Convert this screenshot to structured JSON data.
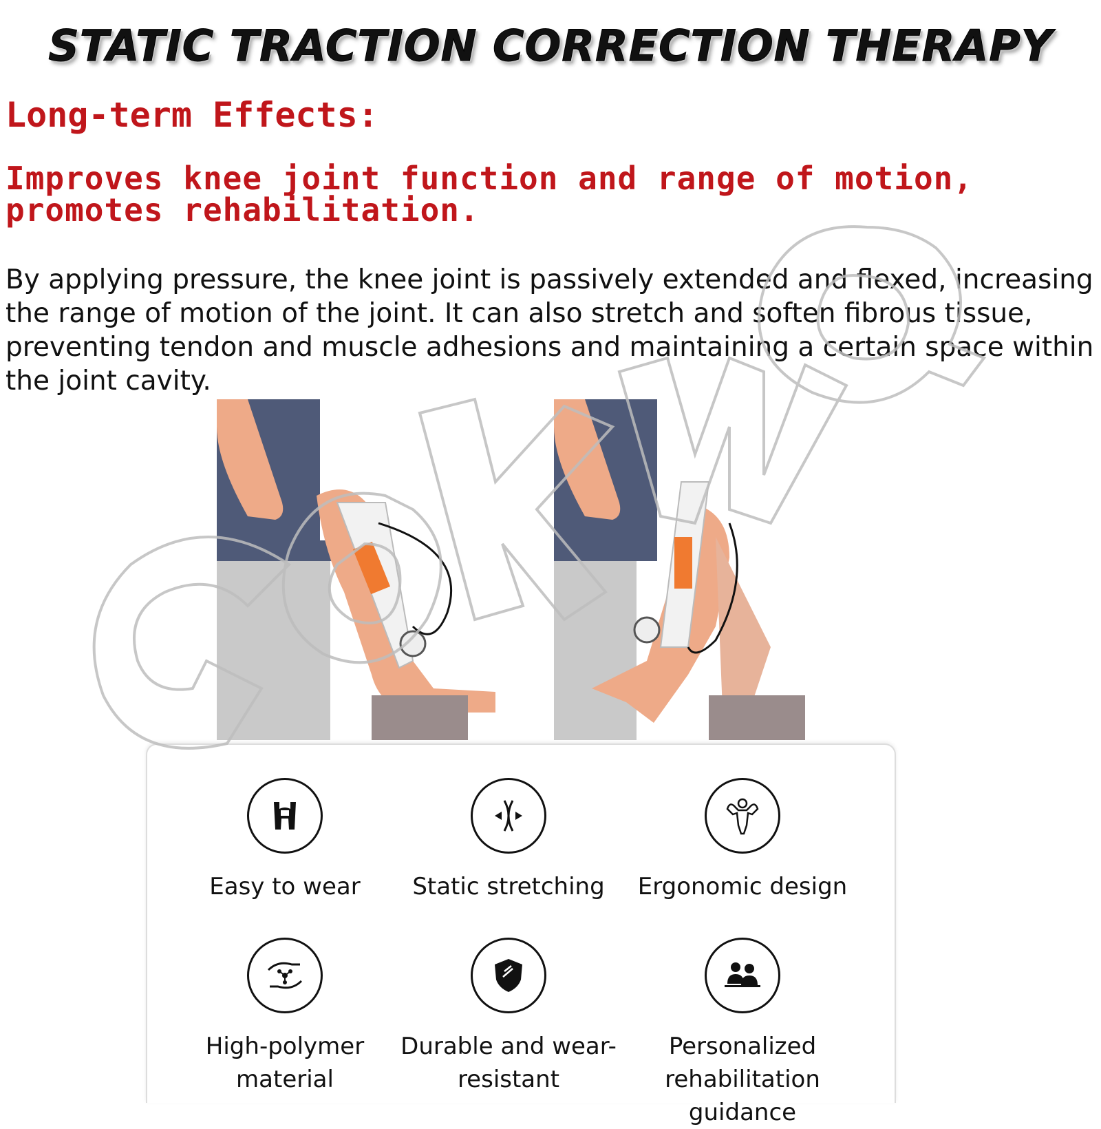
{
  "title": "STATIC TRACTION CORRECTION THERAPY",
  "heading": "Long-term Effects:",
  "subheading": "Improves knee joint function and range of motion, promotes rehabilitation.",
  "paragraph": "By applying pressure, the knee joint is passively extended and flexed, increasing the range of motion of the joint. It can also stretch and soften fibrous tissue, preventing tendon and muscle adhesions and maintaining a certain space within the joint cavity.",
  "watermark": "GOKWQ",
  "features": [
    {
      "label": "Easy to wear",
      "icon": "brace-icon"
    },
    {
      "label": "Static stretching",
      "icon": "stretch-arrows-icon"
    },
    {
      "label": "Ergonomic design",
      "icon": "muscle-body-icon"
    },
    {
      "label": "High-polymer material",
      "icon": "molecule-hands-icon"
    },
    {
      "label": "Durable and wear-resistant",
      "icon": "shield-icon"
    },
    {
      "label": "Personalized rehabilitation guidance",
      "icon": "people-icon"
    }
  ],
  "colors": {
    "accent_red": "#c0161b",
    "skin": "#eeaa88",
    "trousers": "#4f5a78",
    "brace_orange": "#f07a30"
  }
}
